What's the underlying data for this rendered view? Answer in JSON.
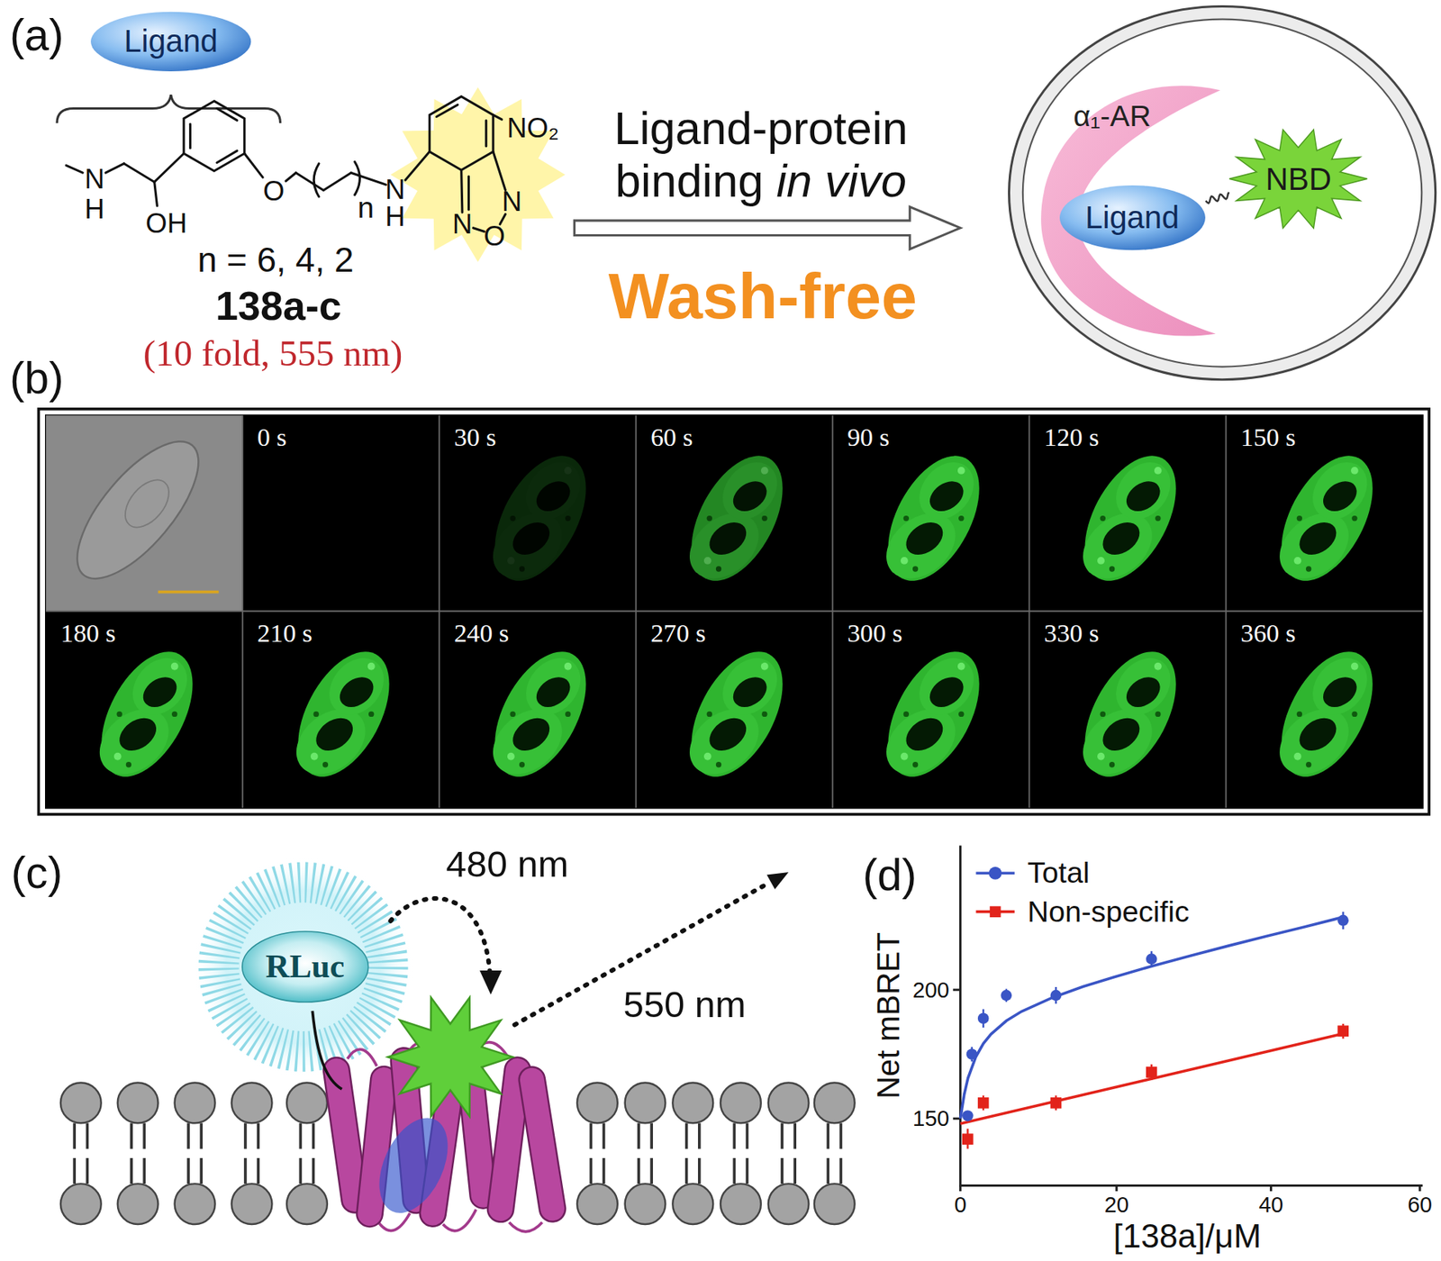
{
  "diagram": {
    "nodes": [
      {
        "text": [
          "Ligand"
        ]
      },
      {
        "text": [
          "α₁-AR"
        ]
      },
      {
        "text": [
          "Ligand"
        ],
        "in": 1
      },
      {
        "text": [
          "NBD"
        ]
      },
      {
        "text": [
          "0 s"
        ]
      },
      {
        "text": [
          "30 s"
        ]
      },
      {
        "text": [
          "60 s"
        ]
      },
      {
        "text": [
          "90 s"
        ]
      },
      {
        "text": [
          "120 s"
        ]
      },
      {
        "text": [
          "150 s"
        ]
      },
      {
        "text": [
          "180 s"
        ]
      },
      {
        "text": [
          "210 s"
        ]
      },
      {
        "text": [
          "240 s"
        ]
      },
      {
        "text": [
          "270 s"
        ]
      },
      {
        "text": [
          "300 s"
        ]
      },
      {
        "text": [
          "330 s"
        ]
      },
      {
        "text": [
          "360 s"
        ]
      },
      {
        "text": [
          "RLuc"
        ]
      }
    ],
    "edges": [
      {
        "from": 2,
        "to": 3,
        "arrow": "none"
      }
    ],
    "labels": [
      "(a)",
      "N",
      "H",
      "OH",
      "O",
      "n",
      "N",
      "H",
      "NO₂",
      "N",
      "O",
      "N",
      "n = 6, 4, 2",
      "138a-c",
      "(10 fold, 555 nm)",
      "Ligand-protein binding",
      "in vivo",
      "Wash-free",
      "(b)",
      "(c)",
      "480 nm",
      "550 nm",
      "(d)",
      "200",
      "150",
      "0",
      "20",
      "40",
      "60",
      "Net mBRET",
      "[138a]/μM"
    ],
    "legend": [
      {
        "text": "Total"
      },
      {
        "text": "Non-specific"
      }
    ]
  }
}
